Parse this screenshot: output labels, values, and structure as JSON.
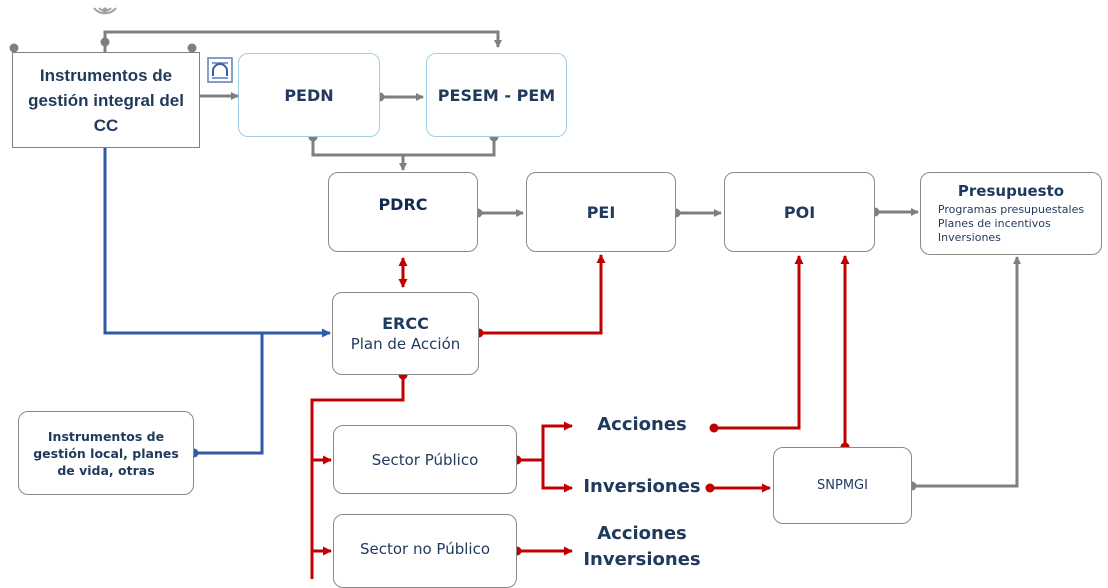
{
  "nodes": {
    "instrumentos_gestion": "Instrumentos de gestión integral del CC",
    "pedn": "PEDN",
    "pesem": "PESEM - PEM",
    "pdrc": "PDRC",
    "pei": "PEI",
    "poi": "POI",
    "presupuesto": {
      "title": "Presupuesto",
      "lines": [
        "Programas presupuestales",
        "Planes de incentivos",
        "Inversiones"
      ]
    },
    "ercc": {
      "title": "ERCC",
      "subtitle": "Plan de Acción"
    },
    "instrumentos_local": "Instrumentos de gestión local, planes de vida, otras",
    "sector_publico": "Sector Público",
    "sector_no_publico": "Sector no Público",
    "snpmgi": "SNPMGI"
  },
  "labels": {
    "acciones": "Acciones",
    "inversiones": "Inversiones",
    "acciones_inversiones_1": "Acciones",
    "acciones_inversiones_2": "Inversiones"
  },
  "colors": {
    "gray_line": "#7f7f7f",
    "blue_line": "#2e5aa8",
    "red_line": "#c00000",
    "text_dark": "#1f3a5c",
    "box_border_light": "#9fcfe6"
  },
  "icons": [
    "wifi-icon",
    "document-icon"
  ]
}
